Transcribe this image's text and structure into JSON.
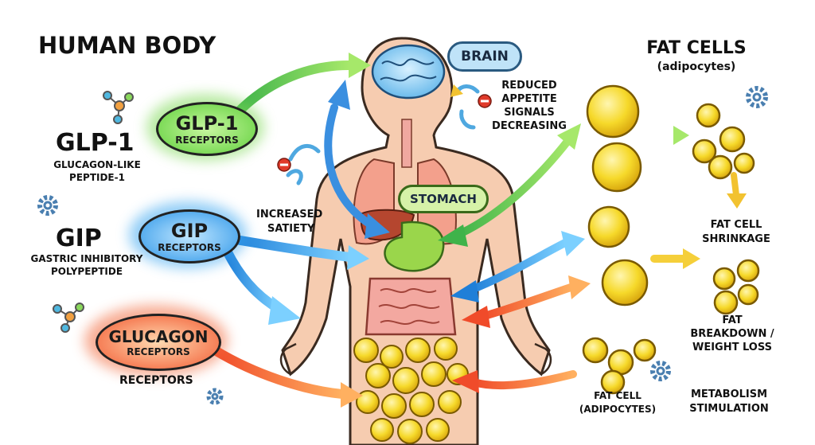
{
  "titles": {
    "human_body": "HUMAN BODY",
    "fat_cells": "FAT CELLS",
    "fat_cells_sub": "(adipocytes)"
  },
  "hormones": {
    "glp1_abbr": "GLP-1",
    "glp1_line1": "GLUCAGON-LIKE",
    "glp1_line2": "PEPTIDE-1",
    "gip_abbr": "GIP",
    "gip_line1": "GASTRIC INHIBITORY",
    "gip_line2": "POLYPEPTIDE"
  },
  "receptors": {
    "glp1_title": "GLP-1",
    "glp1_sub": "RECEPTORS",
    "gip_title": "GIP",
    "gip_sub": "RECEPTORS",
    "glucagon_title": "GLUCAGON",
    "glucagon_sub": "RECEPTORS",
    "glucagon_below": "RECEPTORS"
  },
  "organs": {
    "brain": "BRAIN",
    "stomach": "STOMACH"
  },
  "effects": {
    "appetite_1": "REDUCED",
    "appetite_2": "APPETITE",
    "appetite_3": "SIGNALS",
    "appetite_4": "DECREASING",
    "satiety_1": "INCREASED",
    "satiety_2": "SATIETY",
    "shrink_1": "FAT CELL",
    "shrink_2": "SHRINKAGE",
    "breakdown_1": "FAT",
    "breakdown_2": "BREAKDOWN /",
    "breakdown_3": "WEIGHT LOSS",
    "fatcell_1": "FAT CELL",
    "fatcell_2": "(ADIPOCYTES)",
    "metab_1": "METABOLISM",
    "metab_2": "STIMULATION"
  },
  "colors": {
    "glp1": "#7ed957",
    "gip": "#3aa6f0",
    "glucagon": "#f26a3d",
    "fat": "#f5d327",
    "skin": "#f6ccb0"
  },
  "icons": [
    "molecule-icon",
    "gear-icon"
  ]
}
